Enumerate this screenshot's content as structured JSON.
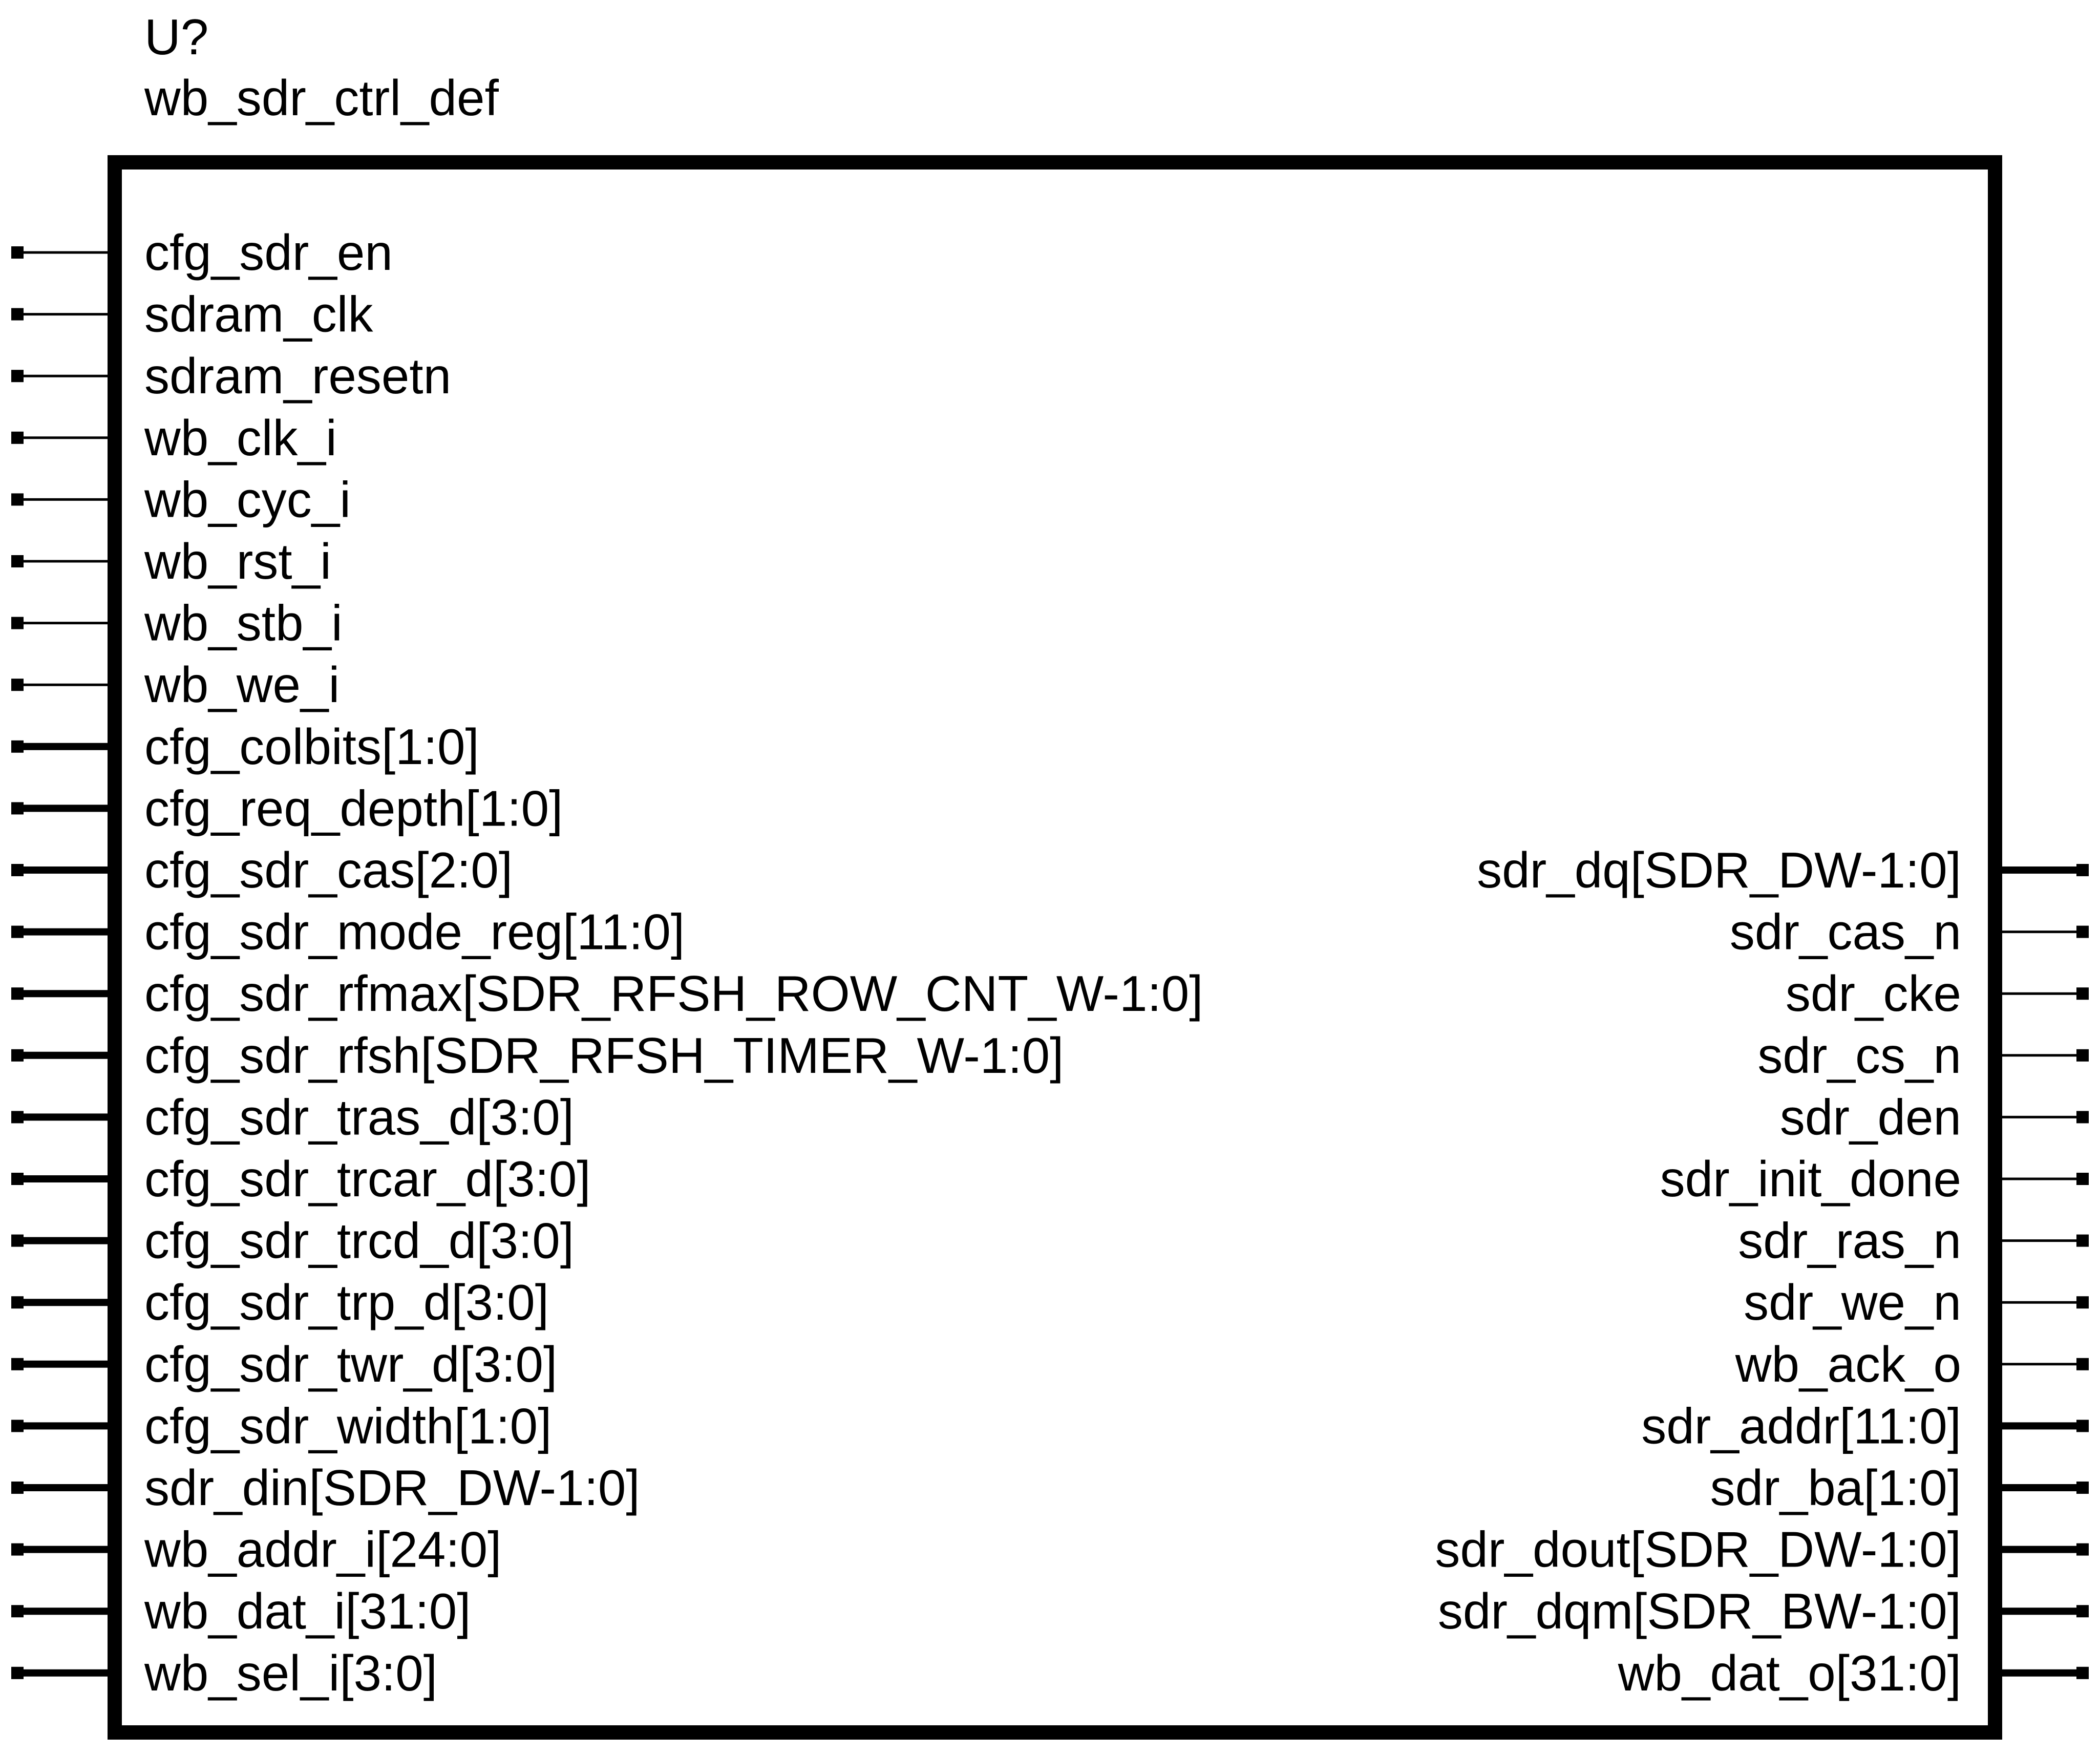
{
  "component": {
    "refdes": "U?",
    "name": "wb_sdr_ctrl_def"
  },
  "left_pins": [
    {
      "label": "cfg_sdr_en",
      "bus": false
    },
    {
      "label": "sdram_clk",
      "bus": false
    },
    {
      "label": "sdram_resetn",
      "bus": false
    },
    {
      "label": "wb_clk_i",
      "bus": false
    },
    {
      "label": "wb_cyc_i",
      "bus": false
    },
    {
      "label": "wb_rst_i",
      "bus": false
    },
    {
      "label": "wb_stb_i",
      "bus": false
    },
    {
      "label": "wb_we_i",
      "bus": false
    },
    {
      "label": "cfg_colbits[1:0]",
      "bus": true
    },
    {
      "label": "cfg_req_depth[1:0]",
      "bus": true
    },
    {
      "label": "cfg_sdr_cas[2:0]",
      "bus": true
    },
    {
      "label": "cfg_sdr_mode_reg[11:0]",
      "bus": true
    },
    {
      "label": "cfg_sdr_rfmax[SDR_RFSH_ROW_CNT_W-1:0]",
      "bus": true
    },
    {
      "label": "cfg_sdr_rfsh[SDR_RFSH_TIMER_W-1:0]",
      "bus": true
    },
    {
      "label": "cfg_sdr_tras_d[3:0]",
      "bus": true
    },
    {
      "label": "cfg_sdr_trcar_d[3:0]",
      "bus": true
    },
    {
      "label": "cfg_sdr_trcd_d[3:0]",
      "bus": true
    },
    {
      "label": "cfg_sdr_trp_d[3:0]",
      "bus": true
    },
    {
      "label": "cfg_sdr_twr_d[3:0]",
      "bus": true
    },
    {
      "label": "cfg_sdr_width[1:0]",
      "bus": true
    },
    {
      "label": "sdr_din[SDR_DW-1:0]",
      "bus": true
    },
    {
      "label": "wb_addr_i[24:0]",
      "bus": true
    },
    {
      "label": "wb_dat_i[31:0]",
      "bus": true
    },
    {
      "label": "wb_sel_i[3:0]",
      "bus": true
    }
  ],
  "right_pins": [
    {
      "label": "sdr_dq[SDR_DW-1:0]",
      "bus": true
    },
    {
      "label": "sdr_cas_n",
      "bus": false
    },
    {
      "label": "sdr_cke",
      "bus": false
    },
    {
      "label": "sdr_cs_n",
      "bus": false
    },
    {
      "label": "sdr_den",
      "bus": false
    },
    {
      "label": "sdr_init_done",
      "bus": false
    },
    {
      "label": "sdr_ras_n",
      "bus": false
    },
    {
      "label": "sdr_we_n",
      "bus": false
    },
    {
      "label": "wb_ack_o",
      "bus": false
    },
    {
      "label": "sdr_addr[11:0]",
      "bus": true
    },
    {
      "label": "sdr_ba[1:0]",
      "bus": true
    },
    {
      "label": "sdr_dout[SDR_DW-1:0]",
      "bus": true
    },
    {
      "label": "sdr_dqm[SDR_BW-1:0]",
      "bus": true
    },
    {
      "label": "wb_dat_o[31:0]",
      "bus": true
    }
  ]
}
